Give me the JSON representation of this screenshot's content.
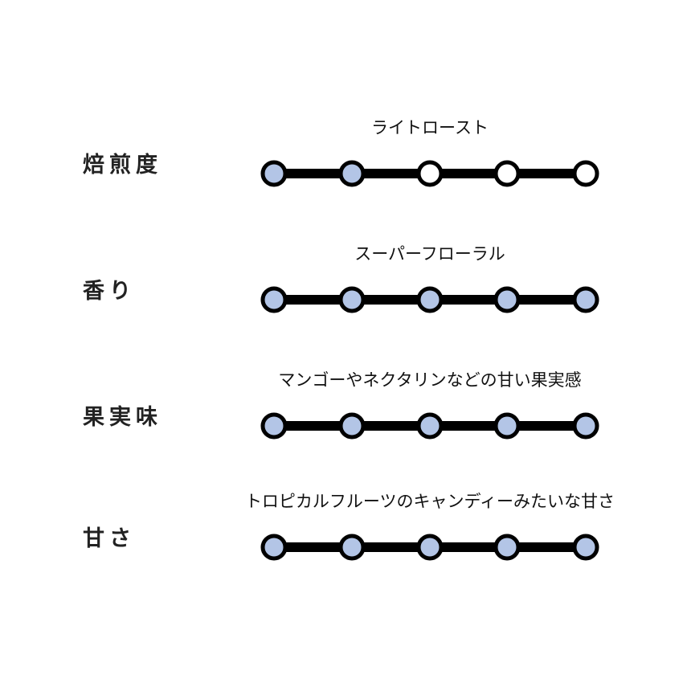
{
  "colors": {
    "filled": "#b3c5e6",
    "empty": "#ffffff",
    "line": "#000000"
  },
  "scale_max": 5,
  "rows": [
    {
      "label": "焙煎度",
      "description": "ライトロースト",
      "level": 2
    },
    {
      "label": "香り",
      "description": "スーパーフローラル",
      "level": 5
    },
    {
      "label": "果実味",
      "description": "マンゴーやネクタリンなどの甘い果実感",
      "level": 5
    },
    {
      "label": "甘さ",
      "description": "トロピカルフルーツのキャンディーみたいな甘さ",
      "level": 5
    }
  ]
}
